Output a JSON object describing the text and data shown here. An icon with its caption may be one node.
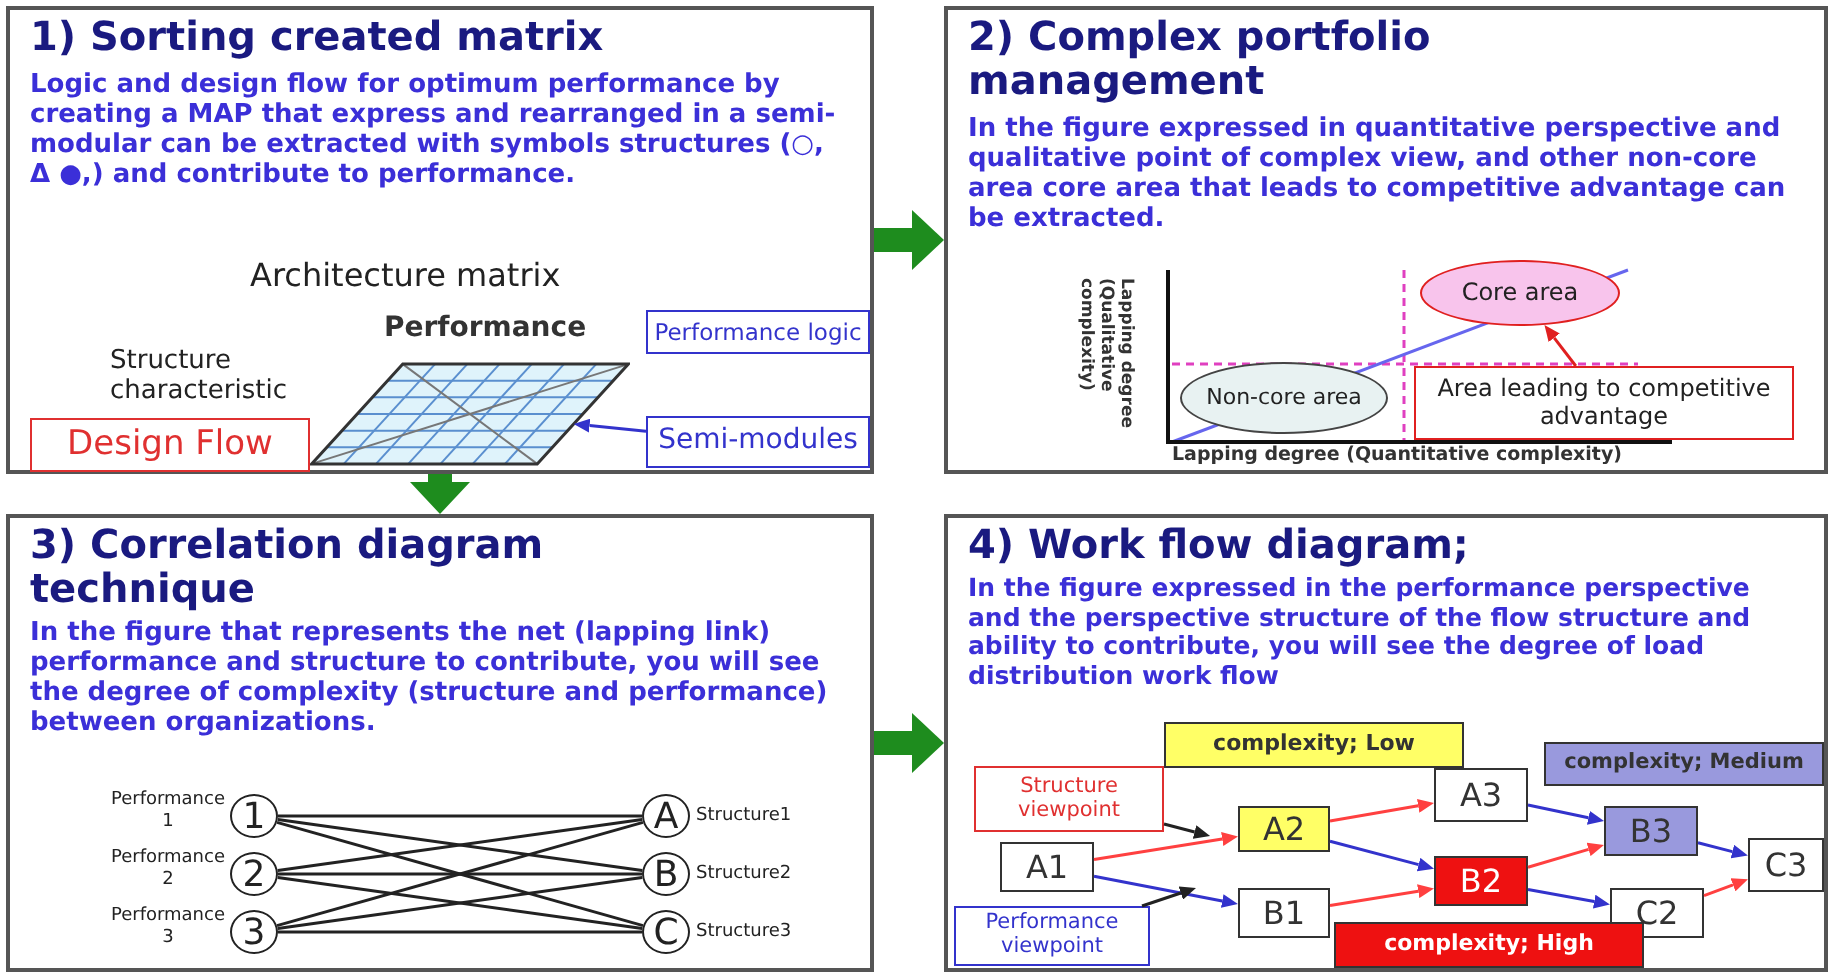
{
  "diagram": {
    "nodes": [
      {
        "text": [
          "1) Sorting created matrix",
          "Logic and design flow for optimum performance by creating a MAP that express and rearranged in a semi-modular can be extracted with symbols structures (○, Δ ●,) and contribute to performance."
        ]
      },
      {
        "text": [],
        "shape": "picture",
        "in": 0
      },
      {
        "text": [
          "Design Flow"
        ],
        "in": 0
      },
      {
        "text": [
          "Performance logic"
        ],
        "in": 0
      },
      {
        "text": [
          "Semi-modules"
        ],
        "in": 0
      },
      {
        "text": [
          "2) Complex portfolio management",
          "In the figure expressed in quantitative perspective and qualitative point of complex view, and other non-core area core area that leads to competitive advantage can be extracted."
        ]
      },
      {
        "text": [
          "Core area"
        ],
        "in": 5
      },
      {
        "text": [
          "Non-core area"
        ],
        "in": 5
      },
      {
        "text": [
          "Area leading to competitive advantage"
        ],
        "in": 5
      },
      {
        "text": [
          "3) Correlation diagram technique",
          "In the figure that represents the net (lapping link) performance and structure to contribute, you will see the degree of complexity (structure and performance) between organizations."
        ]
      },
      {
        "text": [
          "1"
        ],
        "in": 9,
        "beside": [
          "Performance 1"
        ]
      },
      {
        "text": [
          "2"
        ],
        "in": 9,
        "beside": [
          "Performance 2"
        ]
      },
      {
        "text": [
          "3"
        ],
        "in": 9,
        "beside": [
          "Performance 3"
        ]
      },
      {
        "text": [
          "A"
        ],
        "in": 9,
        "beside": [
          "Structure1"
        ]
      },
      {
        "text": [
          "B"
        ],
        "in": 9,
        "beside": [
          "Structure2"
        ]
      },
      {
        "text": [
          "C"
        ],
        "in": 9,
        "beside": [
          "Structure3"
        ]
      },
      {
        "text": [
          "4) Work flow diagram;",
          "In the figure expressed in the performance perspective and the perspective structure of the flow structure and ability to contribute, you will see the degree of load distribution work flow"
        ]
      },
      {
        "text": [
          "complexity; Low"
        ],
        "in": 16
      },
      {
        "text": [
          "complexity; Medium"
        ],
        "in": 16
      },
      {
        "text": [
          "Structure viewpoint"
        ],
        "in": 16
      },
      {
        "text": [
          "A1"
        ],
        "in": 16
      },
      {
        "text": [
          "A2"
        ],
        "in": 16
      },
      {
        "text": [
          "A3"
        ],
        "in": 16
      },
      {
        "text": [
          "B1"
        ],
        "in": 16
      },
      {
        "text": [
          "B2"
        ],
        "in": 16
      },
      {
        "text": [
          "B3"
        ],
        "in": 16
      },
      {
        "text": [
          "C2"
        ],
        "in": 16
      },
      {
        "text": [
          "C3"
        ],
        "in": 16
      },
      {
        "text": [
          "Performance viewpoint"
        ],
        "in": 16
      },
      {
        "text": [
          "complexity; High"
        ],
        "in": 16
      }
    ],
    "edges": [
      {
        "from": 0,
        "to": 5,
        "arrow": "to",
        "style": "thick",
        "color": "#1e8c1e"
      },
      {
        "from": 0,
        "to": 9,
        "arrow": "to",
        "style": "thick",
        "color": "#1e8c1e"
      },
      {
        "from": 9,
        "to": 16,
        "arrow": "to",
        "style": "thick",
        "color": "#1e8c1e"
      },
      {
        "from": 4,
        "to": 1,
        "arrow": "to",
        "color": "#3333cc"
      },
      {
        "from": 8,
        "to": 6,
        "arrow": "to",
        "color": "#e02020"
      },
      {
        "from": 10,
        "to": 13,
        "arrow": "none"
      },
      {
        "from": 10,
        "to": 14,
        "arrow": "none"
      },
      {
        "from": 10,
        "to": 15,
        "arrow": "none"
      },
      {
        "from": 11,
        "to": 13,
        "arrow": "none"
      },
      {
        "from": 11,
        "to": 14,
        "arrow": "none"
      },
      {
        "from": 11,
        "to": 15,
        "arrow": "none"
      },
      {
        "from": 12,
        "to": 13,
        "arrow": "none"
      },
      {
        "from": 12,
        "to": 14,
        "arrow": "none"
      },
      {
        "from": 12,
        "to": 15,
        "arrow": "none"
      },
      {
        "from": 20,
        "to": 21,
        "arrow": "to",
        "color": "#ff4040"
      },
      {
        "from": 20,
        "to": 23,
        "arrow": "to",
        "color": "#3333cc"
      },
      {
        "from": 21,
        "to": 22,
        "arrow": "to",
        "color": "#ff4040"
      },
      {
        "from": 21,
        "to": 24,
        "arrow": "to",
        "color": "#3333cc"
      },
      {
        "from": 23,
        "to": 24,
        "arrow": "to",
        "color": "#ff4040"
      },
      {
        "from": 22,
        "to": 25,
        "arrow": "to",
        "color": "#3333cc"
      },
      {
        "from": 24,
        "to": 25,
        "arrow": "to",
        "color": "#ff4040"
      },
      {
        "from": 24,
        "to": 26,
        "arrow": "to",
        "color": "#3333cc"
      },
      {
        "from": 25,
        "to": 27,
        "arrow": "to",
        "color": "#3333cc"
      },
      {
        "from": 26,
        "to": 27,
        "arrow": "to",
        "color": "#ff4040"
      },
      {
        "from": 19,
        "to": null,
        "arrow": "to"
      },
      {
        "from": 28,
        "to": null,
        "arrow": "to"
      }
    ],
    "labels": [
      "Architecture matrix",
      "Performance",
      "Structure characteristic",
      "Lapping degree (Qualitative complexity)",
      "Lapping degree (Quantitative complexity)"
    ]
  }
}
